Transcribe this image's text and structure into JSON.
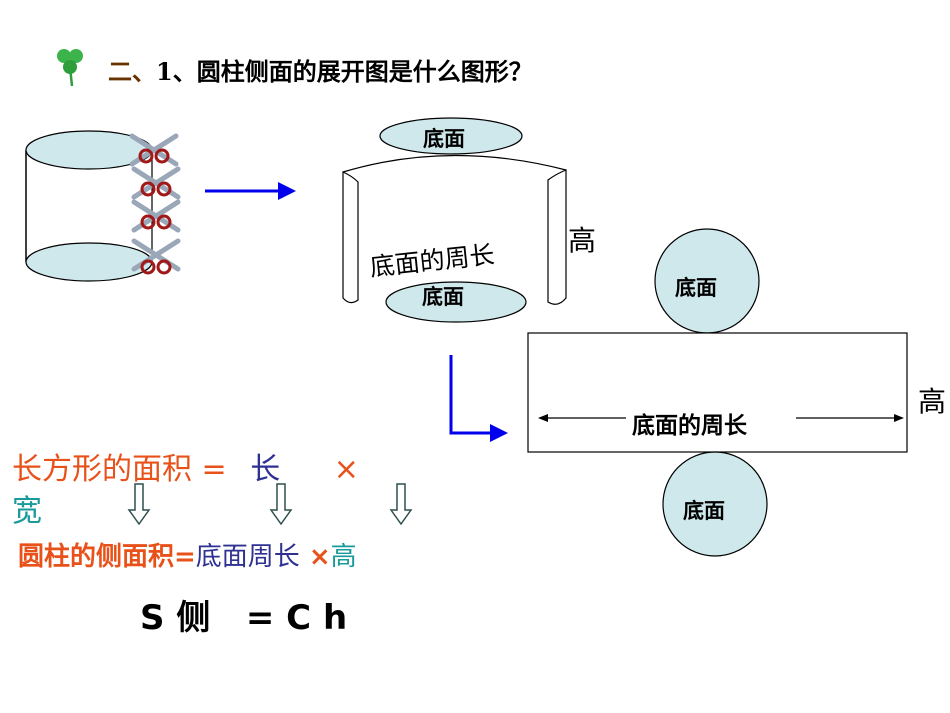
{
  "title": {
    "prefix": "二、",
    "number": "1",
    "text": "、圆柱侧面的展开图是什么图形？"
  },
  "cylinder": {
    "top_label": "底面",
    "bottom_label": "底面",
    "curved_label": "底面的周长",
    "height_label": "高"
  },
  "net": {
    "top_circle": "底面",
    "bottom_circle": "底面",
    "width_label": "底面的周长",
    "height_label": "高"
  },
  "formula": {
    "rect_area": "长方形的面积 =",
    "length": "长",
    "times": "×",
    "width": "宽",
    "cyl_lateral": "圆柱的侧面积=",
    "base_perimeter": "底面周长",
    "times2": "×",
    "height": "高",
    "symbolic": "S 侧   = C h"
  },
  "colors": {
    "accent_red": "#e8521a",
    "accent_blue": "#2e3192",
    "accent_teal": "#1a9a9a",
    "fill": "#cfe8ec",
    "arrow": "#0000ee"
  },
  "icons": [
    "clover-icon",
    "scissors-icon",
    "down-arrow-icon"
  ]
}
